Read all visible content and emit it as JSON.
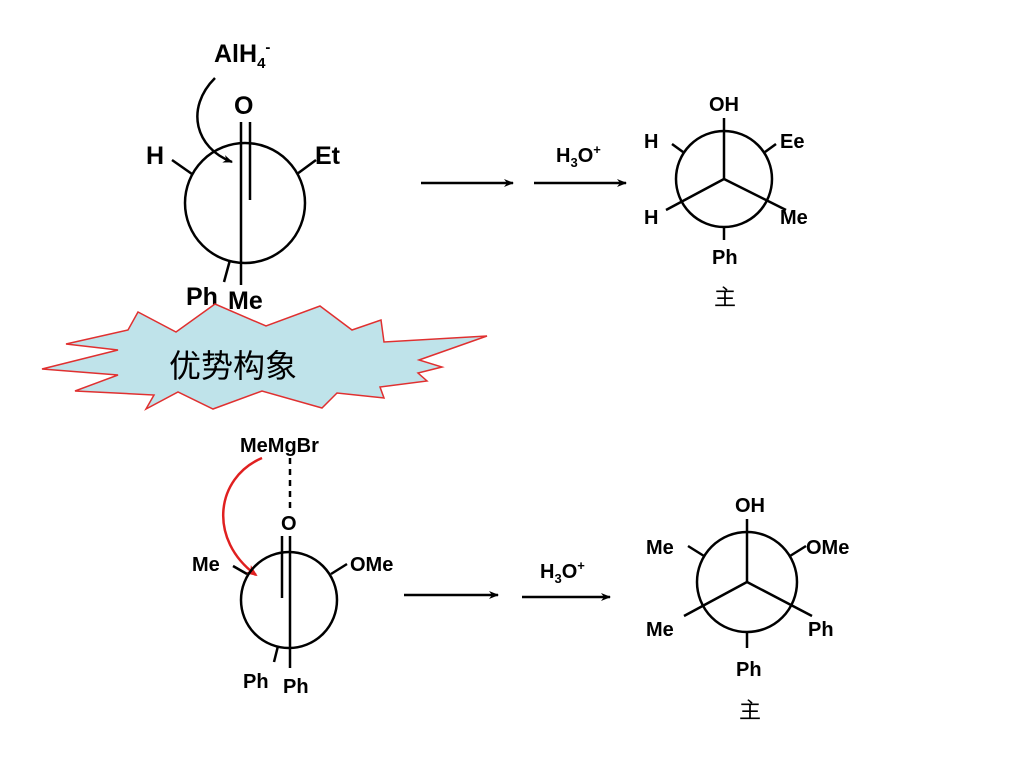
{
  "colors": {
    "starburst_fill": "#bfe3ea",
    "starburst_stroke": "#e03030",
    "grignard_arrow": "#e02020"
  },
  "top": {
    "reagent": "AlH",
    "reagent_sub": "4",
    "reagent_sup": "-",
    "carbonyl_o": "O",
    "left_h": "H",
    "right_et": "Et",
    "bottom_ph": "Ph",
    "bottom_me": "Me",
    "hydrolysis": {
      "base": "H",
      "sub": "3",
      "mid": "O",
      "sup": "+"
    },
    "product": {
      "oh": "OH",
      "ul": "H",
      "ur": "Ee",
      "ll": "H",
      "lr": "Me",
      "bottom": "Ph",
      "major": "主"
    }
  },
  "banner": {
    "label": "优势构象"
  },
  "bottom": {
    "reagent": "MeMgBr",
    "carbonyl_o": "O",
    "left_me": "Me",
    "right_ome": "OMe",
    "bottom_ph_left": "Ph",
    "bottom_ph_right": "Ph",
    "hydrolysis": {
      "base": "H",
      "sub": "3",
      "mid": "O",
      "sup": "+"
    },
    "product": {
      "oh": "OH",
      "ul": "Me",
      "ur": "OMe",
      "ll": "Me",
      "lr": "Ph",
      "bottom": "Ph",
      "major": "主"
    }
  }
}
